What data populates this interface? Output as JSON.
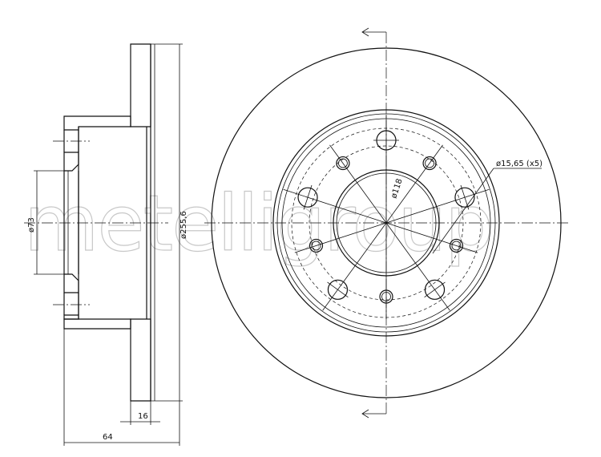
{
  "drawing": {
    "title": "Brake disc technical drawing",
    "watermark": "metelligroup",
    "dimensions": {
      "bolt_hole": "ø15,65 (x5)",
      "center_hole_circle": "ø118",
      "hub_bore": "ø73",
      "outer_diameter": "ø255,6",
      "thickness": "16",
      "height": "64"
    }
  }
}
